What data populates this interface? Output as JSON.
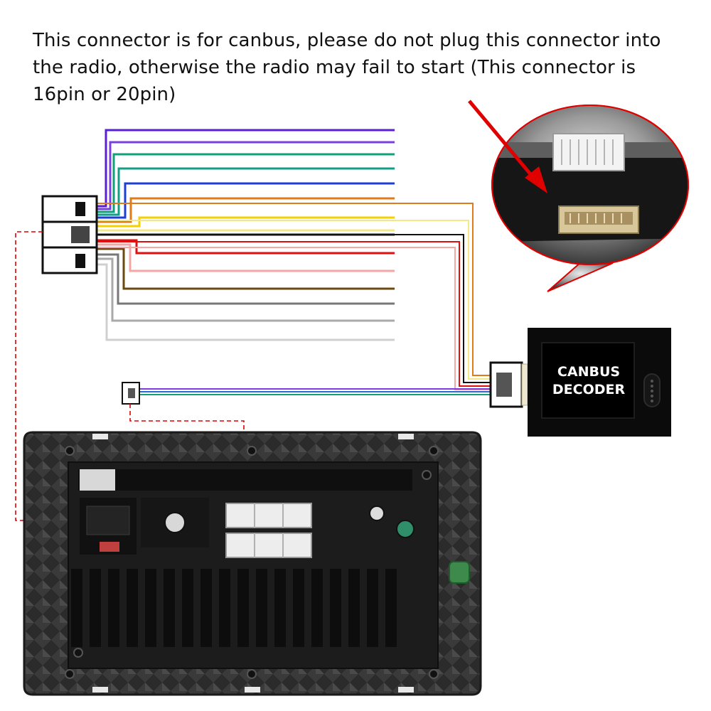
{
  "notice": {
    "text": "This connector is for canbus, please do not plug this connector into the radio, otherwise the radio may fail to start (This connector is 16pin or 20pin)"
  },
  "decoder": {
    "line1": "CANBUS",
    "line2": "DECODER"
  },
  "colors": {
    "arrow": "#e00000",
    "dashed_line": "#e00000",
    "decoder_body": "#0b0b0b",
    "radio_body": "#2a2a2a",
    "wires": [
      "#5a1fd0",
      "#7b3fe0",
      "#10a07a",
      "#139e86",
      "#1d3fd8",
      "#e07b1a",
      "#f5d000",
      "#f2e88a",
      "#111111",
      "#e01010",
      "#f4a6a6",
      "#6a4a10",
      "#777777",
      "#aaaaaa",
      "#d0d0d0"
    ]
  },
  "icons": [
    "red-arrow-icon",
    "canbus-connector-callout-icon",
    "harness-plug-icon",
    "small-plug-icon",
    "canbus-decoder-box-icon",
    "car-radio-unit-icon"
  ]
}
